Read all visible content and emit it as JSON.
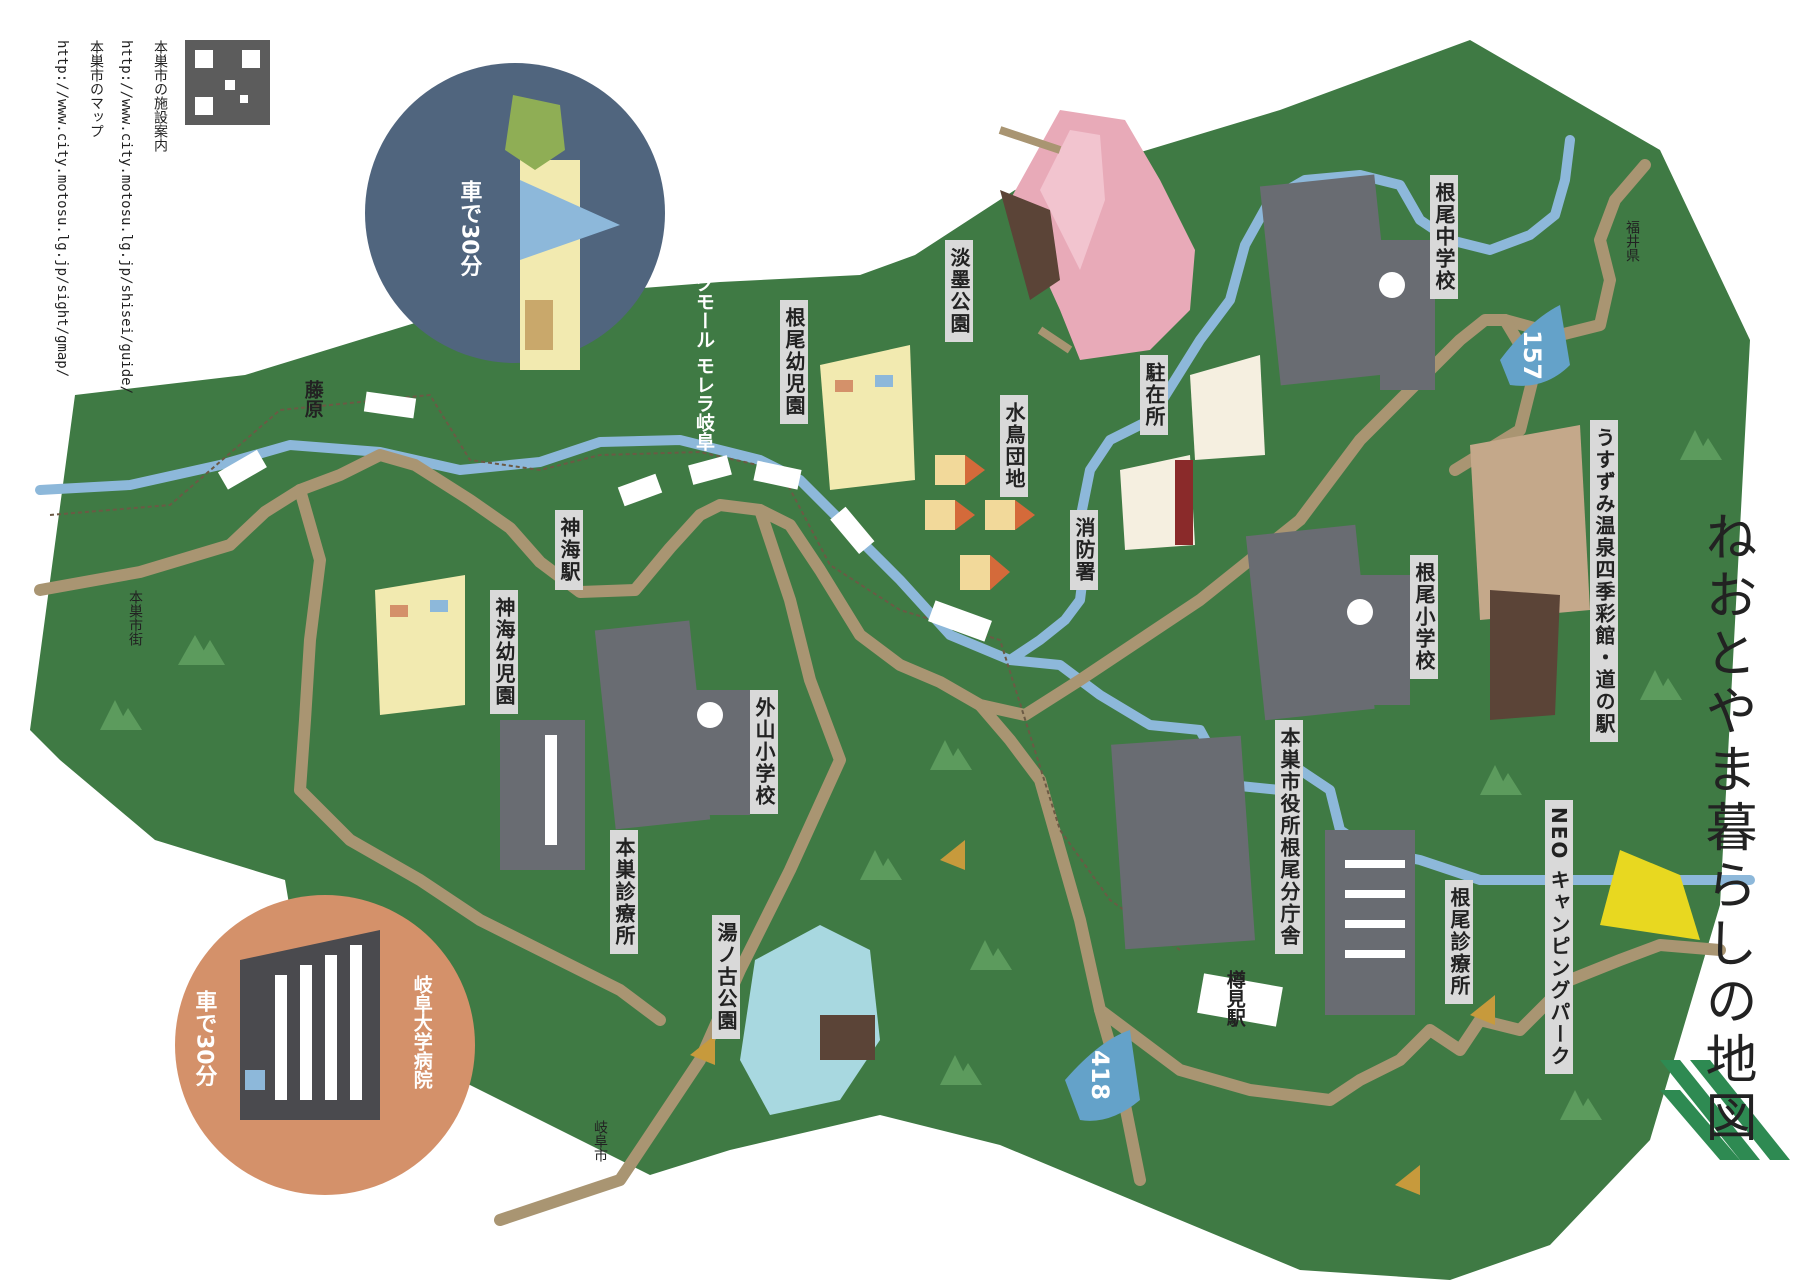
{
  "map": {
    "title": "ねおとやま暮らしの地図",
    "colors": {
      "land": "#3f7a44",
      "river": "#8db8da",
      "road": "#a99572",
      "label_bg": "#d9d9d9",
      "building": "#696c72",
      "navy_circle": "#50657e",
      "orange_circle": "#d4916a",
      "route_badge": "#64a2c9"
    },
    "info": {
      "facility_guide_label": "本巣市の施設案内",
      "facility_guide_url": "http://www.city.motosu.lg.jp/shisei/guide/",
      "map_label": "本巣市のマップ",
      "map_url": "http://www.city.motosu.lg.jp/sight/gmap/"
    },
    "circles": {
      "mall": {
        "name": "大型ショッピングモール モレラ岐阜",
        "time": "車で30分"
      },
      "hospital": {
        "name": "岐阜大学病院",
        "time": "車で30分"
      }
    },
    "labels": {
      "fukui": "福井県",
      "motosu_city": "本巣市街",
      "gifu_city": "岐阜市",
      "route157": "157",
      "route418": "418",
      "neo_junior_high": "根尾中学校",
      "usuzumi_park": "淡墨公園",
      "neo_kindergarten": "根尾幼児園",
      "mizutori": "水鳥団地",
      "chuzaisho": "駐在所",
      "shobosho": "消防署",
      "usuzumi_onsen": "うすずみ温泉四季彩館・道の駅",
      "neo_elementary": "根尾小学校",
      "kanbe_kindergarten": "神海幼児園",
      "kanbe_station": "神海駅",
      "tayama_elementary": "外山小学校",
      "motosu_clinic": "本巣診療所",
      "yunokoko_park": "湯ノ古公園",
      "city_office": "本巣市役所根尾分庁舎",
      "neo_clinic": "根尾診療所",
      "neo_camping": "NEO キャンピングパーク",
      "tarumi_station": "樽見駅",
      "fujiwara": "藤原"
    }
  }
}
